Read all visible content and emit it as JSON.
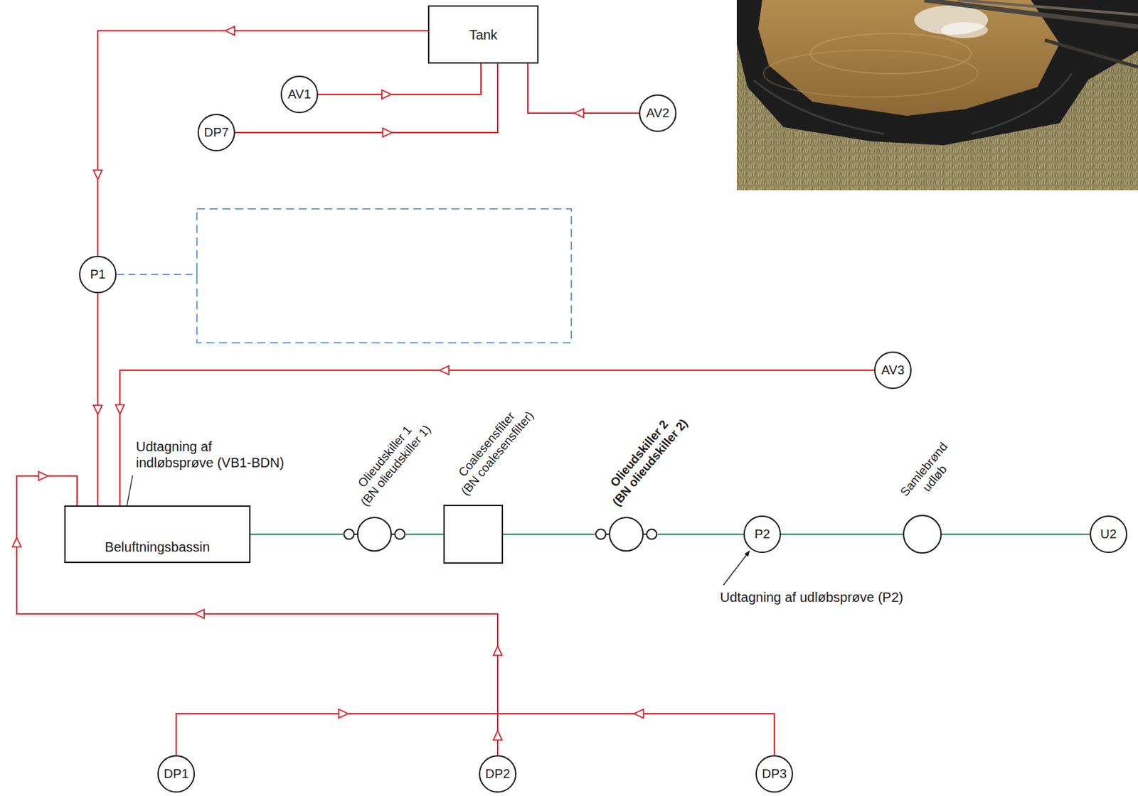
{
  "diagram": {
    "nodes": [
      {
        "text": [
          "Tank"
        ]
      },
      {
        "text": [
          "AV1"
        ]
      },
      {
        "text": [
          "AV2"
        ]
      },
      {
        "text": [
          "DP7"
        ]
      },
      {
        "text": [
          "P1"
        ]
      },
      {
        "text": [
          "AV3"
        ]
      },
      {
        "text": [
          "Beluftningsbassin"
        ]
      },
      {
        "text": [
          "Olieudskiller 1",
          "(BN olieudskiller 1)"
        ]
      },
      {
        "text": [
          "Coalesensfilter",
          "(BN coalesensfilter)"
        ]
      },
      {
        "text": [
          "Olieudskiller 2",
          "(BN olieudskiller 2)"
        ]
      },
      {
        "text": [
          "P2"
        ]
      },
      {
        "text": [
          "Samlebrønd udløb"
        ]
      },
      {
        "text": [
          "U2"
        ]
      },
      {
        "text": [
          "DP1"
        ]
      },
      {
        "text": [
          "DP2"
        ]
      },
      {
        "text": [
          "DP3"
        ]
      }
    ],
    "edges": [
      {
        "from": 0,
        "to": 4,
        "arrow": "to"
      },
      {
        "from": 1,
        "to": 0,
        "arrow": "to"
      },
      {
        "from": 3,
        "to": 0,
        "arrow": "to"
      },
      {
        "from": 2,
        "to": 0,
        "arrow": "to"
      },
      {
        "from": 4,
        "to": 6,
        "arrow": "to"
      },
      {
        "from": 5,
        "to": 6,
        "arrow": "to"
      },
      {
        "from": 13,
        "to": 6,
        "arrow": "to"
      },
      {
        "from": 14,
        "to": 6,
        "arrow": "to"
      },
      {
        "from": 15,
        "to": 6,
        "arrow": "to"
      },
      {
        "from": 6,
        "to": 7,
        "arrow": "none"
      },
      {
        "from": 7,
        "to": 8,
        "arrow": "none"
      },
      {
        "from": 8,
        "to": 9,
        "arrow": "none"
      },
      {
        "from": 9,
        "to": 10,
        "arrow": "none"
      },
      {
        "from": 10,
        "to": 11,
        "arrow": "none"
      },
      {
        "from": 11,
        "to": 12,
        "arrow": "none"
      }
    ],
    "labels": [
      "Udtagning af indløbsprøve (VB1-BDN)",
      "Udtagning af udløbsprøve (P2)"
    ]
  }
}
